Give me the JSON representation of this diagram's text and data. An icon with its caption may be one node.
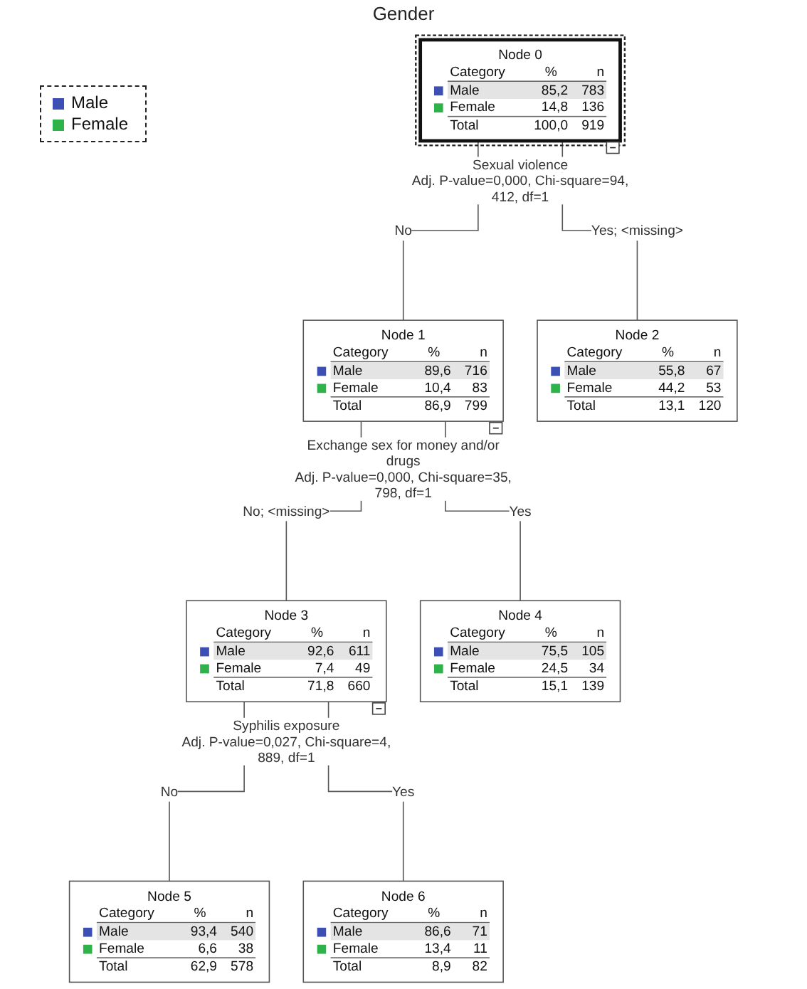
{
  "diagram": {
    "title": "Gender",
    "nodes": [
      {
        "text": [
          "Node 0",
          "Category",
          "%",
          "n",
          "Male",
          "85,2",
          "783",
          "Female",
          "14,8",
          "136",
          "Total",
          "100,0",
          "919"
        ],
        "beside": [
          "Sexual violence",
          "Adj. P-value=0,000, Chi-square=94, 412, df=1"
        ]
      },
      {
        "text": [
          "Node 1",
          "Category",
          "%",
          "n",
          "Male",
          "89,6",
          "716",
          "Female",
          "10,4",
          "83",
          "Total",
          "86,9",
          "799"
        ],
        "beside": [
          "Exchange sex for money and/or drugs",
          "Adj. P-value=0,000, Chi-square=35, 798, df=1"
        ]
      },
      {
        "text": [
          "Node 2",
          "Category",
          "%",
          "n",
          "Male",
          "55,8",
          "67",
          "Female",
          "44,2",
          "53",
          "Total",
          "13,1",
          "120"
        ]
      },
      {
        "text": [
          "Node 3",
          "Category",
          "%",
          "n",
          "Male",
          "92,6",
          "611",
          "Female",
          "7,4",
          "49",
          "Total",
          "71,8",
          "660"
        ],
        "beside": [
          "Syphilis exposure",
          "Adj. P-value=0,027, Chi-square=4, 889, df=1"
        ]
      },
      {
        "text": [
          "Node 4",
          "Category",
          "%",
          "n",
          "Male",
          "75,5",
          "105",
          "Female",
          "24,5",
          "34",
          "Total",
          "15,1",
          "139"
        ]
      },
      {
        "text": [
          "Node 5",
          "Category",
          "%",
          "n",
          "Male",
          "93,4",
          "540",
          "Female",
          "6,6",
          "38",
          "Total",
          "62,9",
          "578"
        ]
      },
      {
        "text": [
          "Node 6",
          "Category",
          "%",
          "n",
          "Male",
          "86,6",
          "71",
          "Female",
          "13,4",
          "11",
          "Total",
          "8,9",
          "82"
        ]
      }
    ],
    "edges": [
      {
        "from": 0,
        "to": 1,
        "arrow": "none",
        "label": "No"
      },
      {
        "from": 0,
        "to": 2,
        "arrow": "none",
        "label": "Yes; <missing>"
      },
      {
        "from": 1,
        "to": 3,
        "arrow": "none",
        "label": "No; <missing>"
      },
      {
        "from": 1,
        "to": 4,
        "arrow": "none",
        "label": "Yes"
      },
      {
        "from": 3,
        "to": 5,
        "arrow": "none",
        "label": "No"
      },
      {
        "from": 3,
        "to": 6,
        "arrow": "none",
        "label": "Yes"
      }
    ],
    "legend": [
      {
        "text": "Male",
        "color": "#3b4fb4"
      },
      {
        "text": "Female",
        "color": "#2eb24a"
      }
    ]
  }
}
